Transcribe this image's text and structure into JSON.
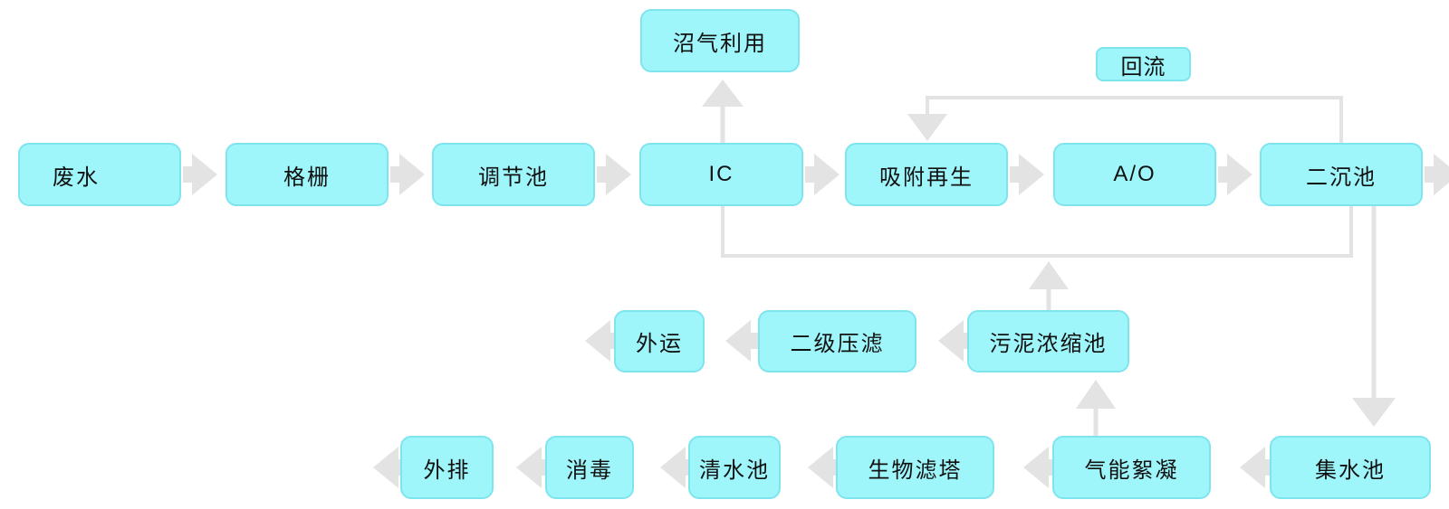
{
  "diagram_type": "process-flowchart",
  "colors": {
    "node_fill": "#9EF6FA",
    "node_border": "#7EE4EE",
    "connector_gray": "#E3E3E3",
    "text": "#111111",
    "background": "#FFFFFF"
  },
  "nodes": {
    "wastewater": {
      "label": "废水"
    },
    "bar_screen": {
      "label": "格栅"
    },
    "regulating_tank": {
      "label": "调节池"
    },
    "ic_reactor": {
      "label": "IC"
    },
    "adsorption_regen": {
      "label": "吸附再生"
    },
    "ao_process": {
      "label": "A/O"
    },
    "secondary_clarifier": {
      "label": "二沉池"
    },
    "biogas_use": {
      "label": "沼气利用"
    },
    "reflux_label": {
      "label": "回流"
    },
    "outward_transport": {
      "label": "外运"
    },
    "secondary_filter_press": {
      "label": "二级压滤"
    },
    "sludge_thickener": {
      "label": "污泥浓缩池"
    },
    "discharge": {
      "label": "外排"
    },
    "disinfection": {
      "label": "消毒"
    },
    "clean_water_tank": {
      "label": "清水池"
    },
    "bio_filter_tower": {
      "label": "生物滤塔"
    },
    "air_flocculation": {
      "label": "气能絮凝"
    },
    "collection_tank": {
      "label": "集水池"
    }
  },
  "edges": [
    {
      "from": "废水",
      "to": "格栅"
    },
    {
      "from": "格栅",
      "to": "调节池"
    },
    {
      "from": "调节池",
      "to": "IC"
    },
    {
      "from": "IC",
      "to": "吸附再生"
    },
    {
      "from": "吸附再生",
      "to": "A/O"
    },
    {
      "from": "A/O",
      "to": "二沉池"
    },
    {
      "from": "二沉池",
      "to": "出水(右侧出图)"
    },
    {
      "from": "IC",
      "to": "沼气利用"
    },
    {
      "from": "二沉池",
      "to": "吸附再生",
      "label": "回流"
    },
    {
      "from": "污泥浓缩池",
      "to": "IC/二沉池连线",
      "note": "向上箭头"
    },
    {
      "from": "二沉池",
      "to": "集水池"
    },
    {
      "from": "污泥浓缩池",
      "to": "二级压滤"
    },
    {
      "from": "二级压滤",
      "to": "外运"
    },
    {
      "from": "外运",
      "to": "左侧出图"
    },
    {
      "from": "集水池",
      "to": "气能絮凝"
    },
    {
      "from": "气能絮凝",
      "to": "生物滤塔"
    },
    {
      "from": "气能絮凝",
      "to": "污泥浓缩池"
    },
    {
      "from": "生物滤塔",
      "to": "清水池"
    },
    {
      "from": "清水池",
      "to": "消毒"
    },
    {
      "from": "消毒",
      "to": "外排"
    },
    {
      "from": "外排",
      "to": "左侧出图"
    }
  ]
}
